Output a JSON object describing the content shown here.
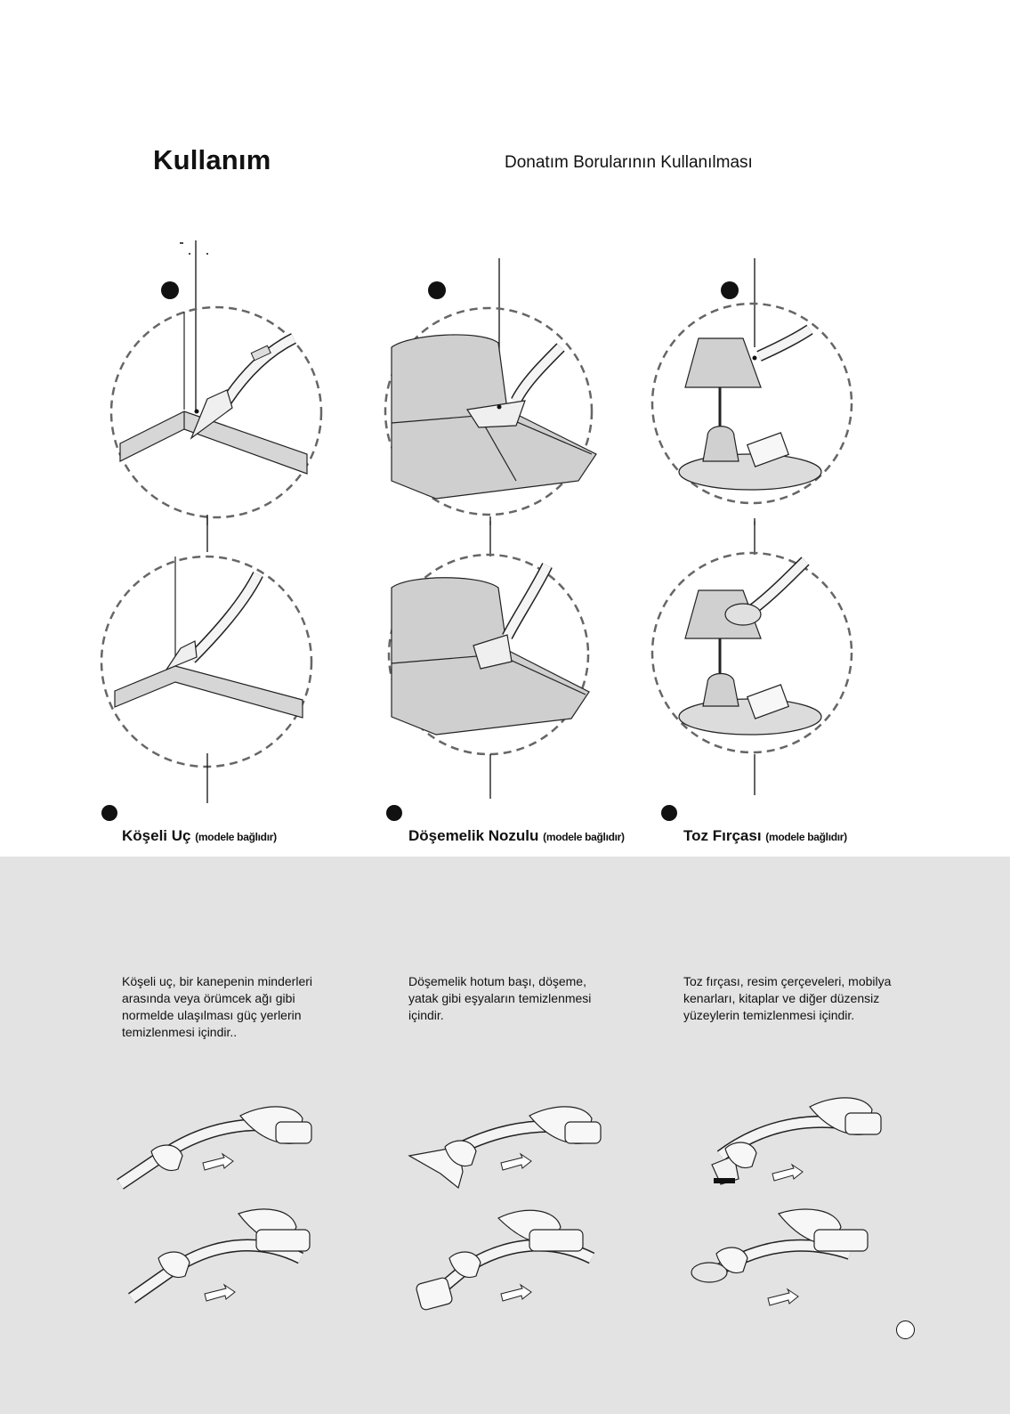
{
  "header": {
    "title": "Kullanım",
    "subtitle": "Donatım Borularının Kullanılması"
  },
  "accessories": [
    {
      "name": "Köşeli Uç",
      "note": "(modele bağlıdır)",
      "description": "Köşeli uç, bir kanepenin minderleri arasında veya örümcek ağı gibi normelde ulaşılması güç yerlerin temizlenmesi içindir.."
    },
    {
      "name": "Döşemelik Nozulu",
      "note": "(modele bağlıdır)",
      "description": "Döşemelik hotum başı, döşeme, yatak gibi eşyaların temizlenmesi içindir."
    },
    {
      "name": "Toz Fırçası",
      "note": "(modele bağlıdır)",
      "description": "Toz fırçası, resim çerçeveleri, mobilya kenarları, kitaplar ve diğer düzensiz yüzeylerin temizlenmesi içindir."
    }
  ],
  "colors": {
    "panel": "#e3e3e3",
    "ink": "#111111",
    "shade": "#c8c8c8"
  }
}
